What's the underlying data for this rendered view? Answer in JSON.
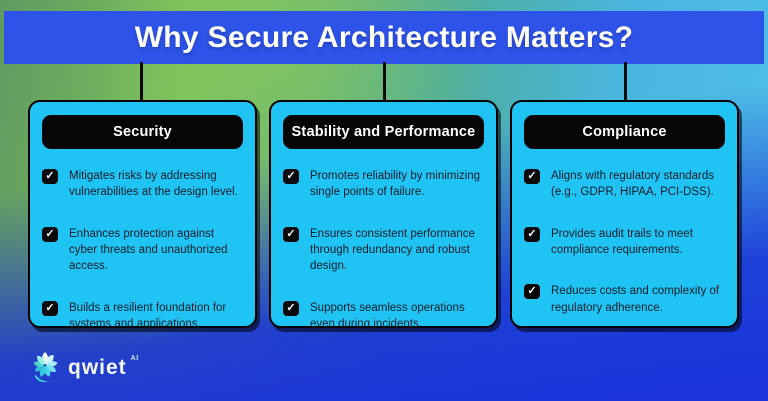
{
  "title": "Why Secure Architecture Matters?",
  "colors": {
    "banner_blue": "#2e53e9",
    "card_cyan": "#1fc4f4",
    "pill_black": "#060608",
    "item_text": "#0b1c2a",
    "bg_green": "#7fc05e",
    "bg_sky": "#4fbfe8",
    "bg_deep_blue": "#1a34da"
  },
  "icons": {
    "check": "✓"
  },
  "columns": [
    {
      "header": "Security",
      "items": [
        "Mitigates risks by addressing vulnerabilities at the design level.",
        "Enhances protection against cyber threats and unauthorized access.",
        "Builds a resilient foundation for systems and applications."
      ]
    },
    {
      "header": "Stability and Performance",
      "items": [
        "Promotes reliability by minimizing single points of failure.",
        "Ensures consistent performance through redundancy and robust design.",
        "Supports seamless operations even during incidents."
      ]
    },
    {
      "header": "Compliance",
      "items": [
        "Aligns with regulatory standards (e.g., GDPR, HIPAA, PCI-DSS).",
        "Provides audit trails to meet compliance requirements.",
        "Reduces costs and complexity of regulatory adherence."
      ]
    }
  ],
  "logo": {
    "word": "qwiet",
    "suffix": "AI"
  }
}
